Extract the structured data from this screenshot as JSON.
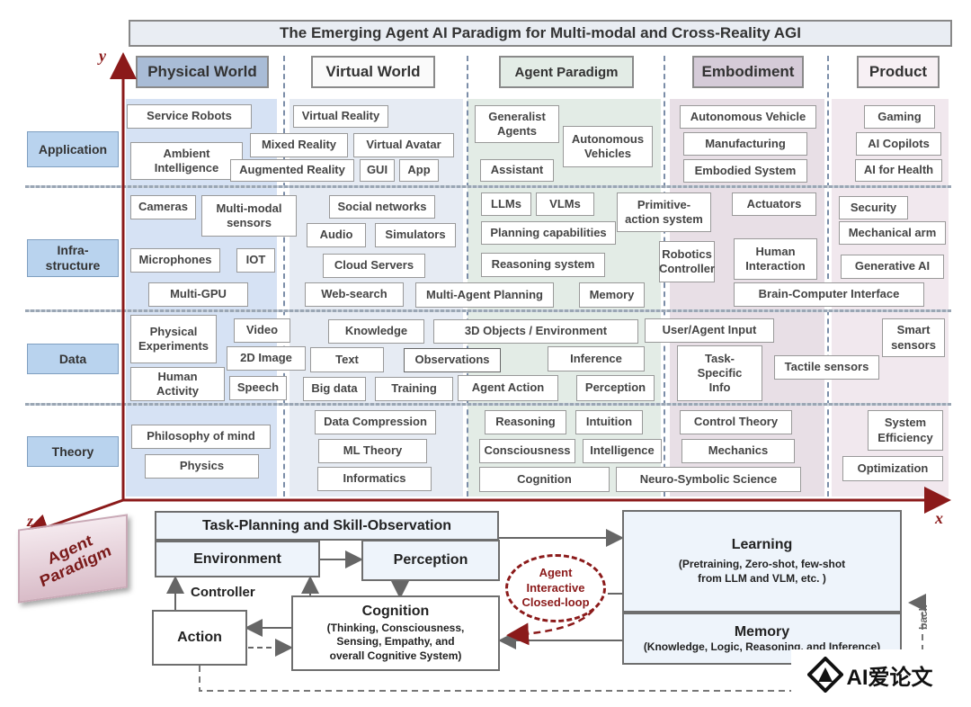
{
  "title": "The Emerging Agent AI Paradigm for Multi-modal and Cross-Reality AGI",
  "axes": {
    "y": "y",
    "x": "x",
    "z": "z"
  },
  "columns": [
    "Physical World",
    "Virtual World",
    "Agent Paradigm",
    "Embodiment",
    "Product"
  ],
  "rows": [
    "Application",
    "Infra-\nstructure",
    "Data",
    "Theory"
  ],
  "cells": {
    "app_physical": [
      "Service Robots",
      "Ambient\nIntelligence"
    ],
    "app_cross": [
      "Mixed Reality",
      "Augmented Reality"
    ],
    "app_virtual": [
      "Virtual Reality",
      "Virtual Avatar",
      "GUI",
      "App"
    ],
    "app_agent": [
      "Generalist\nAgents",
      "Autonomous\nVehicles",
      "Assistant"
    ],
    "app_embodiment": [
      "Autonomous Vehicle",
      "Manufacturing",
      "Embodied System"
    ],
    "app_product": [
      "Gaming",
      "AI Copilots",
      "AI for Health"
    ],
    "infra_physical": [
      "Cameras",
      "Multi-modal\nsensors",
      "Microphones",
      "IOT",
      "Multi-GPU"
    ],
    "infra_virtual": [
      "Social networks",
      "Audio",
      "Simulators",
      "Cloud Servers",
      "Web-search"
    ],
    "infra_agent": [
      "LLMs",
      "VLMs",
      "Planning capabilities",
      "Reasoning system",
      "Multi-Agent Planning",
      "Memory"
    ],
    "infra_embodiment": [
      "Primitive-\naction system",
      "Actuators",
      "Robotics\nController",
      "Human\nInteraction"
    ],
    "infra_product": [
      "Security",
      "Mechanical arm",
      "Generative AI",
      "Brain-Computer Interface"
    ],
    "data_physical": [
      "Physical\nExperiments",
      "Video",
      "2D Image",
      "Human\nActivity",
      "Speech"
    ],
    "data_virtual": [
      "Knowledge",
      "3D Objects / Environment",
      "Text",
      "Big data",
      "Training"
    ],
    "data_agent": [
      "Observations",
      "Inference",
      "Agent Action",
      "Perception"
    ],
    "data_embodiment": [
      "User/Agent  Input",
      "Task-\nSpecific\nInfo",
      "Tactile sensors"
    ],
    "data_product": [
      "Smart\nsensors"
    ],
    "theory_physical": [
      "Philosophy of mind",
      "Physics"
    ],
    "theory_virtual": [
      "Data Compression",
      "ML Theory",
      "Informatics"
    ],
    "theory_agent": [
      "Reasoning",
      "Intuition",
      "Consciousness",
      "Intelligence",
      "Cognition"
    ],
    "theory_embodiment": [
      "Control Theory",
      "Mechanics",
      "Neuro-Symbolic Science"
    ],
    "theory_product": [
      "System\nEfficiency",
      "Optimization"
    ]
  },
  "loop": {
    "badge": "Agent\nParadigm",
    "task_planning": "Task-Planning and Skill-Observation",
    "environment": "Environment",
    "perception": "Perception",
    "controller": "Controller",
    "action": "Action",
    "cognition_title": "Cognition",
    "cognition_desc": "(Thinking, Consciousness,\nSensing, Empathy, and\noverall Cognitive System)",
    "closed_loop": "Agent\nInteractive\nClosed-loop",
    "learning_title": "Learning",
    "learning_desc": "(Pretraining, Zero-shot, few-shot\nfrom LLM and VLM, etc. )",
    "memory_title": "Memory",
    "memory_desc": "(Knowledge, Logic, Reasoning, and Inference)",
    "feedback": "back"
  },
  "watermark": "AI爱论文",
  "colors": {
    "physical": "#d6e2f4",
    "virtual": "#e6ebf3",
    "agent": "#e3ece6",
    "embodiment": "#e8dfe6",
    "product": "#f1e8ee",
    "axis": "#8b1a1a",
    "row_label": "#b9d3ee",
    "loop_dash": "#8b1a1a"
  }
}
